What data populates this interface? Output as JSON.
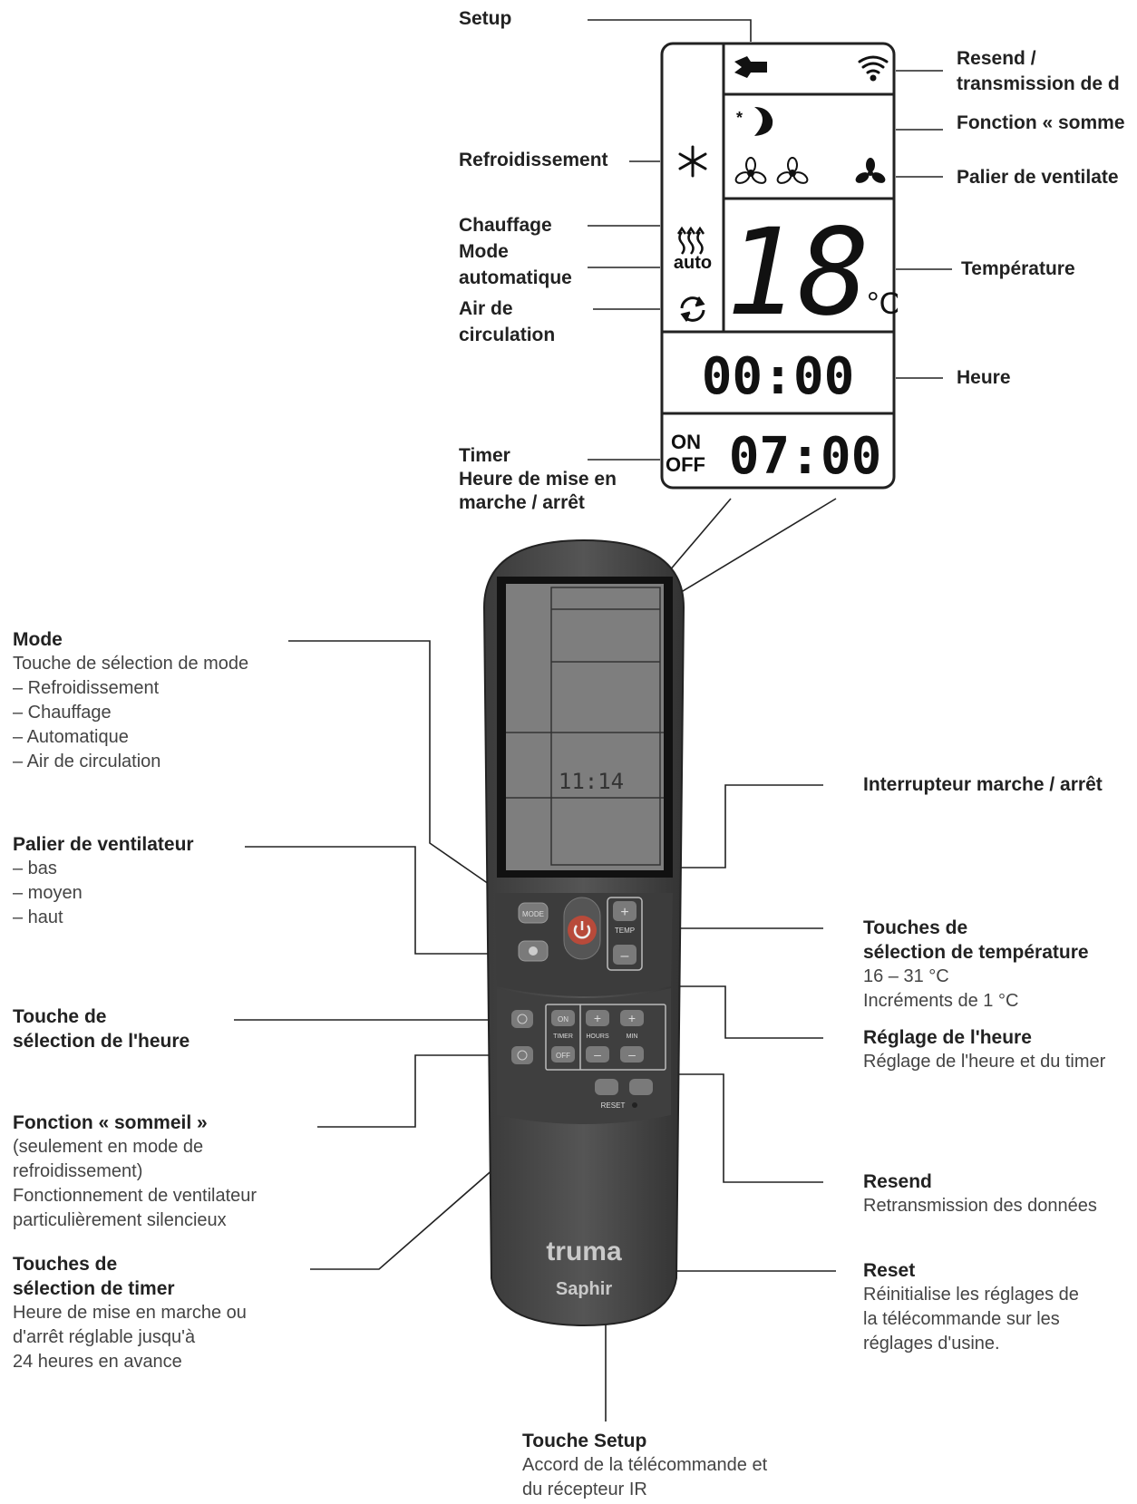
{
  "lcd": {
    "labels": {
      "setup": "Setup",
      "resend": "Resend /",
      "resend2": "transmission de d",
      "sleep": "Fonction « somme",
      "fan": "Palier de ventilate",
      "cooling": "Refroidissement",
      "heating": "Chauffage",
      "auto_mode": [
        "Mode",
        "automatique"
      ],
      "circulation": [
        "Air de",
        "circulation"
      ],
      "temperature": "Température",
      "clock": "Heure",
      "timer": [
        "Timer",
        "Heure de mise en",
        "marche / arrêt"
      ]
    },
    "auto_text": "auto",
    "temp_value": "18",
    "temp_unit": "°C",
    "clock_value": "00:00",
    "timer_on": "ON",
    "timer_off": "OFF",
    "timer_value": "07:00"
  },
  "remote": {
    "screen_clock": "11:14",
    "btn_mode": "MODE",
    "btn_temp": "TEMP",
    "btn_on": "ON",
    "btn_timer": "TIMER",
    "btn_off": "OFF",
    "btn_hours": "HOURS",
    "btn_min": "MIN",
    "btn_reset": "RESET",
    "brand": "truma",
    "model": "Saphir"
  },
  "annotations": {
    "mode": {
      "title": "Mode",
      "lines": [
        "Touche de sélection de mode",
        "– Refroidissement",
        "– Chauffage",
        "– Automatique",
        "– Air de circulation"
      ]
    },
    "fan": {
      "title": "Palier de ventilateur",
      "lines": [
        "– bas",
        "– moyen",
        "– haut"
      ]
    },
    "time_select": {
      "title": [
        "Touche de",
        "sélection de l'heure"
      ],
      "lines": []
    },
    "sleep": {
      "title": "Fonction « sommeil »",
      "lines": [
        "(seulement en mode de",
        "refroidissement)",
        "Fonctionnement de ventilateur",
        "particulièrement silencieux"
      ]
    },
    "timer_select": {
      "title": [
        "Touches de",
        "sélection de timer"
      ],
      "lines": [
        "Heure de mise en marche ou",
        "d'arrêt réglable jusqu'à",
        "24 heures en avance"
      ]
    },
    "power": {
      "title": "Interrupteur marche / arrêt",
      "lines": []
    },
    "temp_select": {
      "title": [
        "Touches de",
        "sélection de température"
      ],
      "lines": [
        "16 – 31 °C",
        "Incréments de 1 °C"
      ]
    },
    "time_adjust": {
      "title": "Réglage de l'heure",
      "lines": [
        "Réglage de l'heure et du timer"
      ]
    },
    "resend": {
      "title": "Resend",
      "lines": [
        "Retransmission des données"
      ]
    },
    "reset": {
      "title": "Reset",
      "lines": [
        "Réinitialise les réglages de",
        "la télécommande sur les",
        "réglages d'usine."
      ]
    },
    "setup": {
      "title": "Touche Setup",
      "lines": [
        "Accord de la télécommande et",
        "du récepteur IR"
      ]
    }
  }
}
